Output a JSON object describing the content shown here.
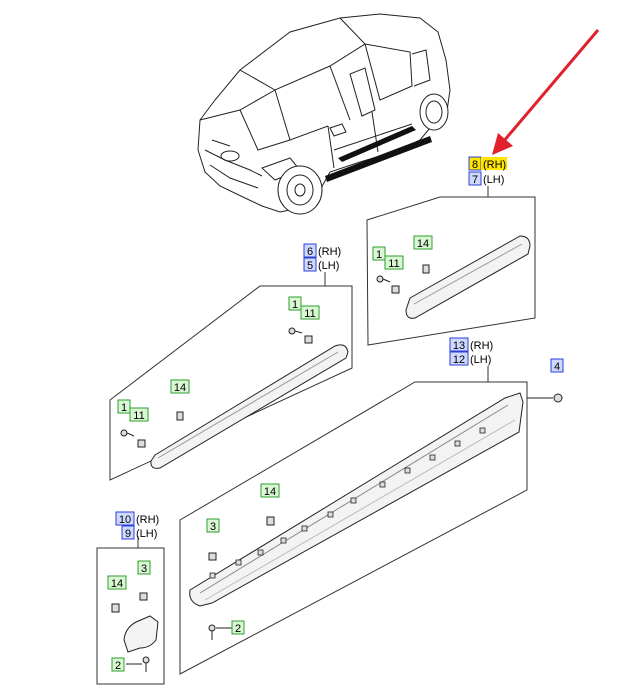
{
  "colors": {
    "arrow": "#e0202a",
    "callout_blue_fill": "#cfd9ff",
    "callout_blue_stroke": "#2b3fd6",
    "callout_green_fill": "#d8f7d2",
    "callout_green_stroke": "#2f9e2f",
    "highlight": "#ffe600",
    "line": "#222222",
    "part_fill": "#f3f3f3"
  },
  "callouts": {
    "c8": {
      "num": "8",
      "suffix": "(RH)"
    },
    "c7": {
      "num": "7",
      "suffix": "(LH)"
    },
    "c6": {
      "num": "6",
      "suffix": "(RH)"
    },
    "c5": {
      "num": "5",
      "suffix": "(LH)"
    },
    "c13": {
      "num": "13",
      "suffix": "(RH)"
    },
    "c12": {
      "num": "12",
      "suffix": "(LH)"
    },
    "c10": {
      "num": "10",
      "suffix": "(RH)"
    },
    "c9": {
      "num": "9",
      "suffix": "(LH)"
    },
    "c4": {
      "num": "4"
    },
    "c2a": {
      "num": "2"
    },
    "c2b": {
      "num": "2"
    },
    "c3a": {
      "num": "3"
    },
    "c3b": {
      "num": "3"
    },
    "c14a": {
      "num": "14"
    },
    "c14b": {
      "num": "14"
    },
    "c14c": {
      "num": "14"
    },
    "c14d": {
      "num": "14"
    },
    "c1a": {
      "num": "1"
    },
    "c1b": {
      "num": "1"
    },
    "c1c": {
      "num": "1"
    },
    "c11a": {
      "num": "11"
    },
    "c11b": {
      "num": "11"
    },
    "c11c": {
      "num": "11"
    }
  }
}
